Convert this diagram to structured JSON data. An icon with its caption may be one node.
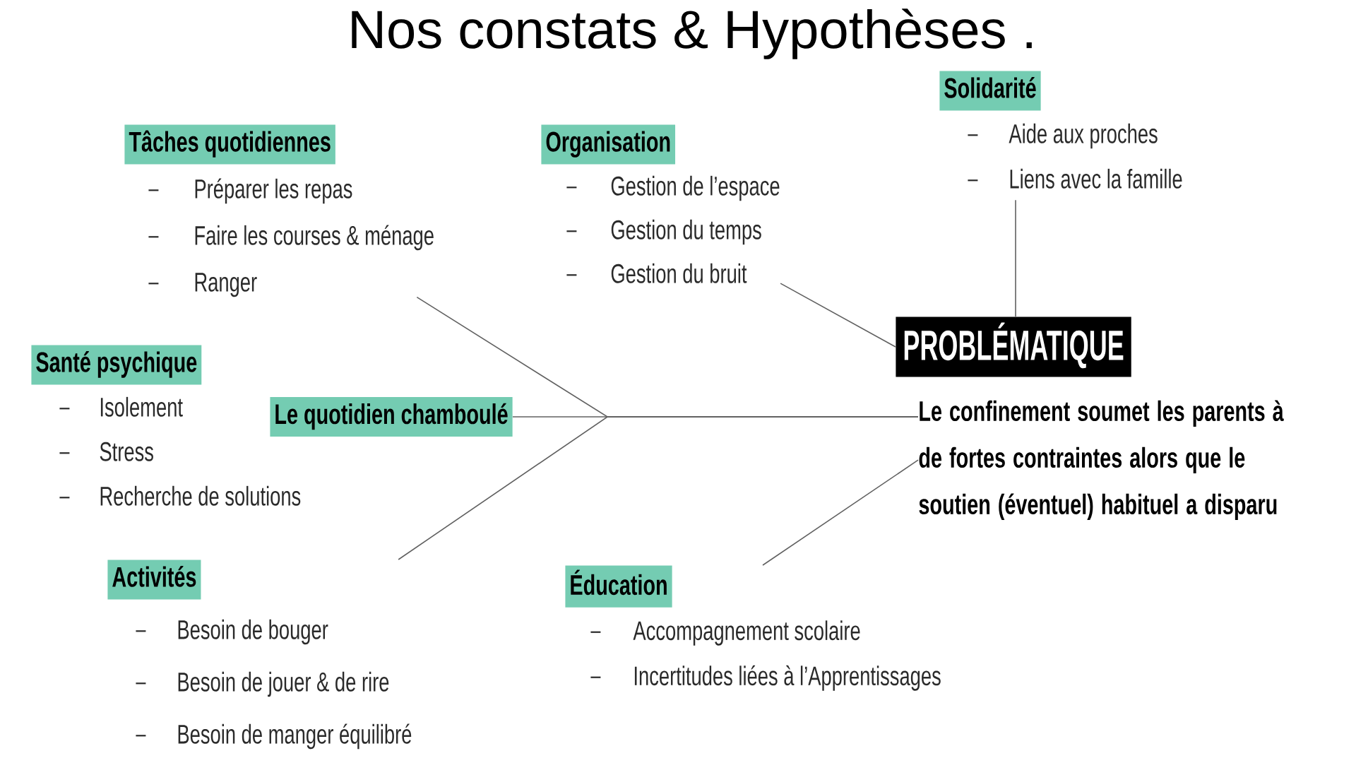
{
  "diagram": {
    "title": "Nos constats & Hypothèses .",
    "nodes": [
      {
        "text": [
          "Tâches quotidiennes",
          "Préparer les repas",
          "Faire les courses & ménage",
          "Ranger"
        ]
      },
      {
        "text": [
          "Organisation",
          "Gestion de l’espace",
          "Gestion du temps",
          "Gestion du bruit"
        ]
      },
      {
        "text": [
          "Solidarité",
          "Aide aux proches",
          "Liens avec la famille"
        ]
      },
      {
        "text": [
          "Santé psychique",
          "Isolement",
          "Stress",
          "Recherche de solutions"
        ]
      },
      {
        "text": [
          "Le quotidien chamboulé"
        ]
      },
      {
        "text": [
          "PROBLÉMATIQUE"
        ]
      },
      {
        "text": [
          "Le confinement soumet les parents à de fortes contraintes alors que le soutien (éventuel) habituel a disparu"
        ]
      },
      {
        "text": [
          "Activités",
          "Besoin de bouger",
          "Besoin de jouer & de rire",
          "Besoin de manger équilibré"
        ]
      },
      {
        "text": [
          "Éducation",
          "Accompagnement scolaire",
          "Incertitudes liées à l’Apprentissages"
        ]
      }
    ],
    "edges": [
      {
        "from": 0,
        "to": 6,
        "arrow": "none"
      },
      {
        "from": 4,
        "to": 6,
        "arrow": "none"
      },
      {
        "from": 7,
        "to": 6,
        "arrow": "none"
      },
      {
        "from": 1,
        "to": 5,
        "arrow": "none"
      },
      {
        "from": 2,
        "to": 5,
        "arrow": "none"
      },
      {
        "from": 8,
        "to": 6,
        "arrow": "none"
      }
    ]
  }
}
